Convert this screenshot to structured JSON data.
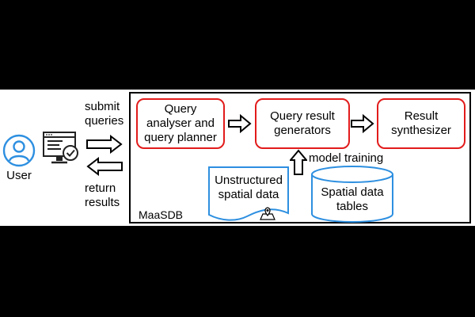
{
  "user": {
    "label": "User",
    "icon": "user-icon"
  },
  "client": {
    "icon": "monitor-check-icon"
  },
  "flows": {
    "submit": "submit\nqueries",
    "return": "return\nresults"
  },
  "system": {
    "name": "MaaSDB",
    "components": [
      {
        "label": "Query\nanalyser and\nquery planner"
      },
      {
        "label": "Query result\ngenerators"
      },
      {
        "label": "Result\nsynthesizer"
      }
    ],
    "model_training_label": "model training",
    "unstructured": {
      "label": "Unstructured\nspatial data",
      "icon": "map-pin-icon"
    },
    "tables": {
      "label": "Spatial data\ntables"
    }
  },
  "colors": {
    "accent_red": "#e21b1b",
    "user_blue": "#2d8fe0"
  }
}
